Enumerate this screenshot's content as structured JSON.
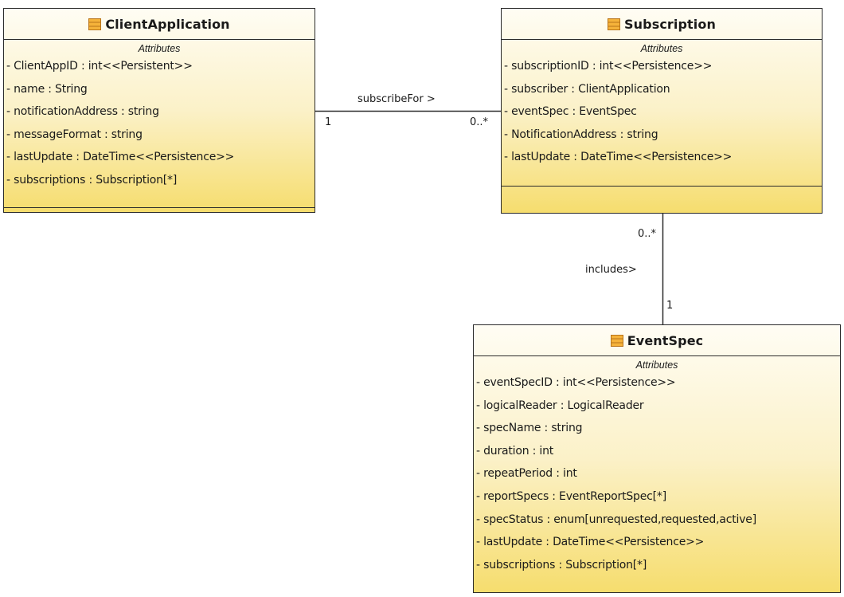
{
  "classes": [
    {
      "id": "client-application",
      "name": "ClientApplication",
      "section_title": "Attributes",
      "attributes": [
        "- ClientAppID : int<<Persistent>>",
        "- name : String",
        "- notificationAddress : string",
        "- messageFormat : string",
        "- lastUpdate : DateTime<<Persistence>>",
        "- subscriptions : Subscription[*]"
      ]
    },
    {
      "id": "subscription",
      "name": "Subscription",
      "section_title": "Attributes",
      "attributes": [
        "- subscriptionID : int<<Persistence>>",
        "- subscriber : ClientApplication",
        "- eventSpec : EventSpec",
        "- NotificationAddress : string",
        "- lastUpdate : DateTime<<Persistence>>"
      ]
    },
    {
      "id": "event-spec",
      "name": "EventSpec",
      "section_title": "Attributes",
      "attributes": [
        "- eventSpecID : int<<Persistence>>",
        "- logicalReader : LogicalReader",
        "- specName : string",
        "- duration : int",
        "- repeatPeriod : int",
        "- reportSpecs : EventReportSpec[*]",
        "- specStatus : enum[unrequested,requested,active]",
        "- lastUpdate : DateTime<<Persistence>>",
        "- subscriptions : Subscription[*]"
      ]
    }
  ],
  "associations": [
    {
      "name": "subscribeFor >",
      "from": "ClientApplication",
      "to": "Subscription",
      "from_multiplicity": "1",
      "to_multiplicity": "0..*"
    },
    {
      "name": "includes>",
      "from": "Subscription",
      "to": "EventSpec",
      "from_multiplicity": "0..*",
      "to_multiplicity": "1"
    }
  ],
  "colors": {
    "class_fill_top": "#fffdf4",
    "class_fill_bottom": "#f6dd6e",
    "border": "#2b2b2b",
    "icon_fill": "#f5b23a",
    "icon_stroke": "#b8741a"
  }
}
